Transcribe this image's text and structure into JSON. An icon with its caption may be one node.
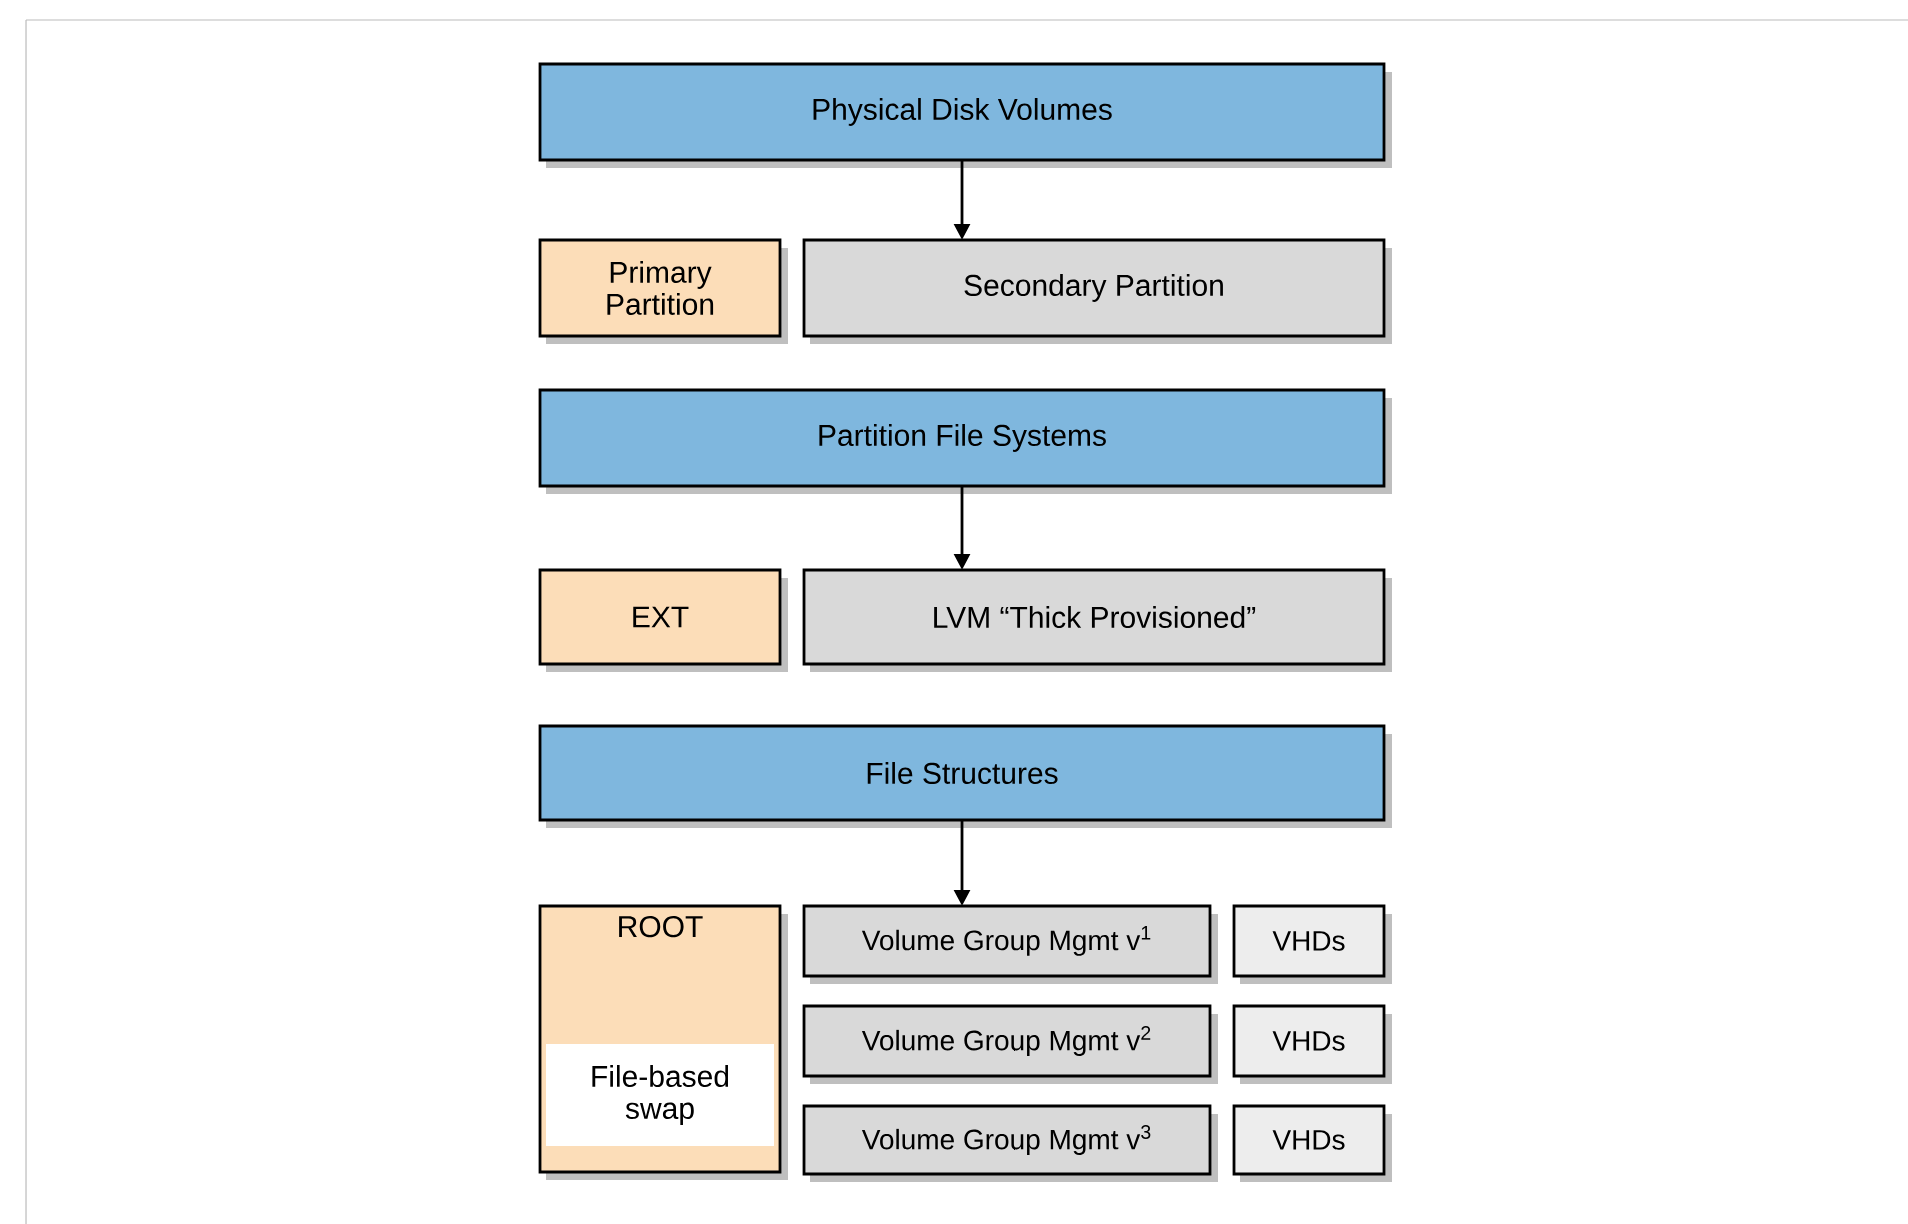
{
  "diagram": {
    "nodes": [
      {
        "text": [
          "Physical Disk Volumes"
        ]
      },
      {
        "text": [
          "Primary Partition"
        ]
      },
      {
        "text": [
          "Secondary Partition"
        ]
      },
      {
        "text": [
          "Partition File Systems"
        ]
      },
      {
        "text": [
          "EXT"
        ]
      },
      {
        "text": [
          "LVM “Thick Provisioned”"
        ]
      },
      {
        "text": [
          "File Structures"
        ]
      },
      {
        "text": [
          "ROOT"
        ]
      },
      {
        "text": [
          "File-based swap"
        ],
        "in": 7
      },
      {
        "text": [
          "Volume Group Mgmt v$^{1}$"
        ]
      },
      {
        "text": [
          "VHDs"
        ]
      },
      {
        "text": [
          "Volume Group Mgmt v$^{2}$"
        ]
      },
      {
        "text": [
          "VHDs"
        ]
      },
      {
        "text": [
          "Volume Group Mgmt v$^{3}$"
        ]
      },
      {
        "text": [
          "VHDs"
        ]
      }
    ],
    "edges": [
      {
        "from": 0,
        "to": 2,
        "arrow": "to"
      },
      {
        "from": 3,
        "to": 5,
        "arrow": "to"
      },
      {
        "from": 6,
        "to": 9,
        "arrow": "to"
      }
    ]
  }
}
